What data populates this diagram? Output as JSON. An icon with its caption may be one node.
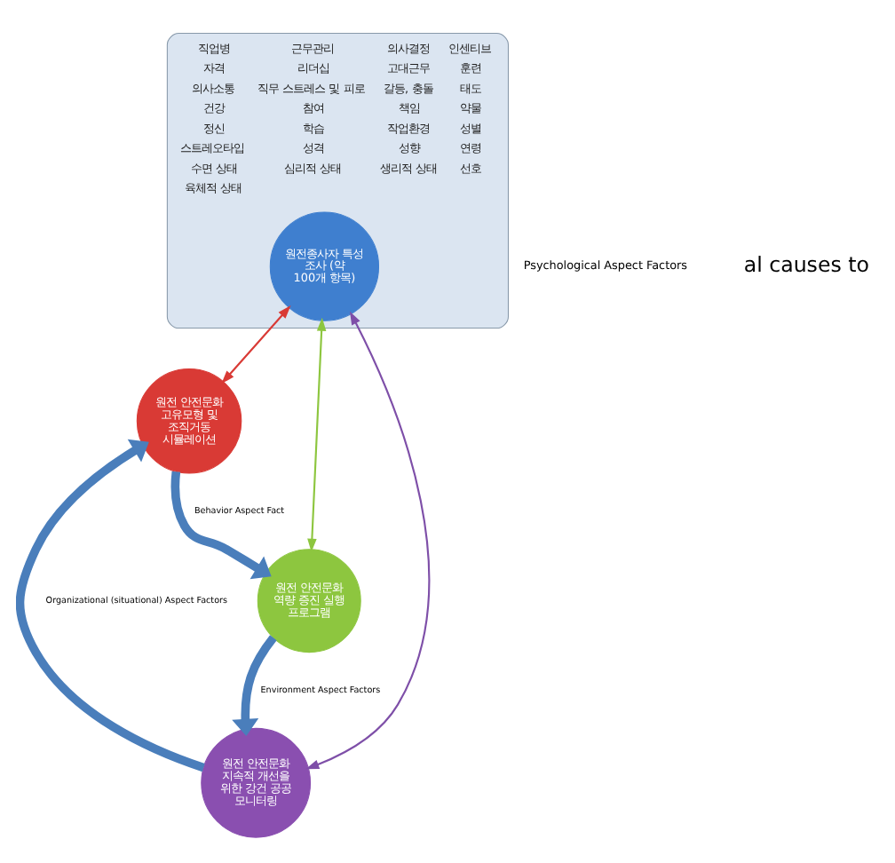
{
  "diagram": {
    "nodes": [
      {
        "text": [
          "직업병",
          "근무관리",
          "의사결정",
          "인센티브",
          "자격",
          "리더십",
          "고대근무",
          "훈련",
          "의사소통",
          "직무 스트레스 및 피로",
          "갈등, 충돌",
          "태도",
          "건강",
          "참여",
          "책임",
          "약물",
          "정신",
          "학습",
          "작업환경",
          "성별",
          "스트레오타입",
          "성격",
          "성향",
          "연령",
          "수면 상태",
          "심리적 상태",
          "생리적 상태",
          "선호",
          "육체적 상태"
        ]
      },
      {
        "text": [
          "원전종사자 특성 조사 (약 100개 항목)"
        ],
        "in": 0
      },
      {
        "text": [
          "원전 안전문화 고유모형 및 조직거동 시뮬레이션"
        ]
      },
      {
        "text": [
          "원전 안전문화 지속적 개선을 위한 강건 공공 모니터링"
        ]
      },
      {
        "text": [
          "원전 안전문화 역량 증진 실행 프로그램"
        ]
      }
    ],
    "edges": [
      {
        "from": 1,
        "to": 2,
        "arrow": "both",
        "color": "#d93a35"
      },
      {
        "from": 1,
        "to": 3,
        "arrow": "both",
        "color": "#7e4fa8"
      },
      {
        "from": 1,
        "to": 4,
        "arrow": "both",
        "color": "#8dc63f"
      },
      {
        "from": 3,
        "to": 2,
        "arrow": "to",
        "label": "Organizational (situational) Aspect Factors",
        "style": "thick",
        "color": "#4a7ebb"
      },
      {
        "from": 2,
        "to": 4,
        "arrow": "to",
        "label": "Behavior Aspect Fact",
        "style": "thick",
        "color": "#4a7ebb"
      },
      {
        "from": 4,
        "to": 3,
        "arrow": "to",
        "label": "Environment Aspect Factors",
        "style": "thick",
        "color": "#4a7ebb"
      }
    ],
    "labels": [
      "Psychological Aspect Factors",
      "al causes to"
    ]
  }
}
